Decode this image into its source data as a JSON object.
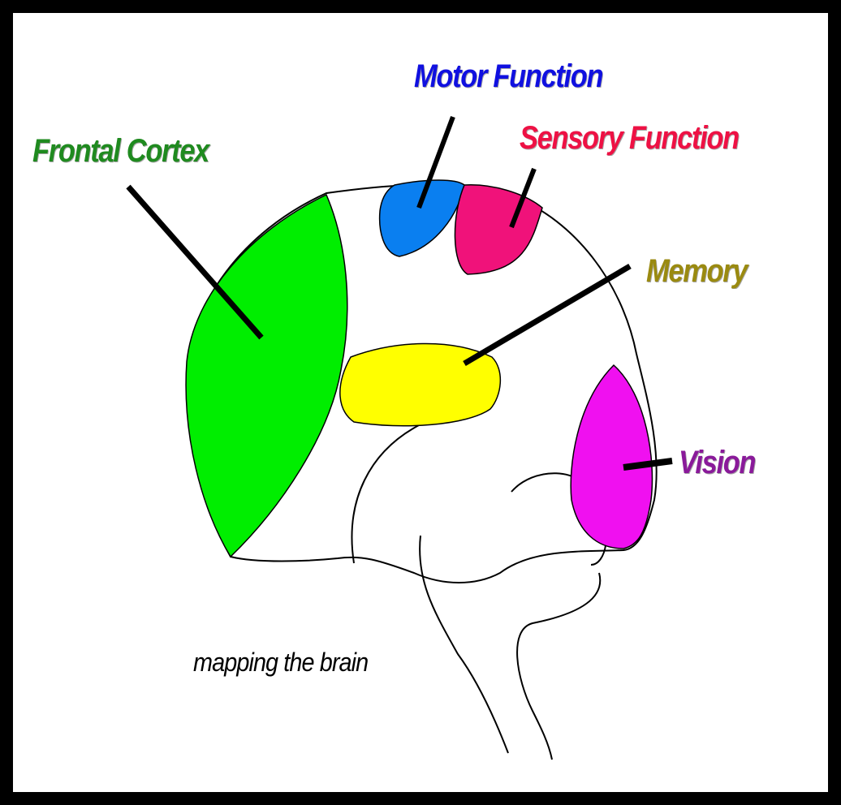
{
  "labels": {
    "motor": "Motor Function",
    "frontal": "Frontal Cortex",
    "sensory": "Sensory Function",
    "memory": "Memory",
    "vision": "Vision"
  },
  "caption": "mapping the brain",
  "colors": {
    "motor_label": "#1010e0",
    "motor_region": "#0a7ff0",
    "frontal_label": "#1f8a1f",
    "frontal_region": "#00ee00",
    "sensory_label": "#ee1144",
    "sensory_region": "#f0127a",
    "memory_label": "#9a8a10",
    "memory_region": "#ffff00",
    "vision_label": "#8a1a9a",
    "vision_region": "#f010f0",
    "outline": "#000000",
    "background": "#ffffff",
    "frame": "#000000"
  }
}
